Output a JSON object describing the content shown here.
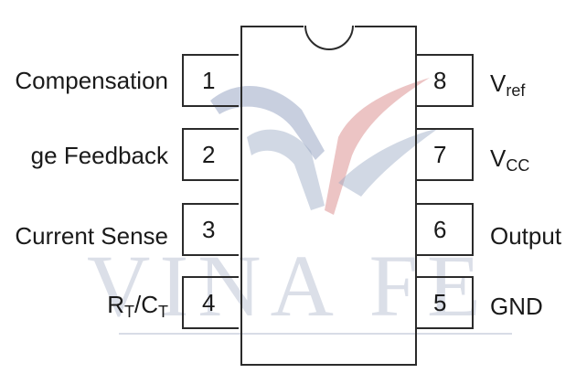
{
  "diagram": {
    "pins_left": [
      {
        "number": "1",
        "label": "Compensation"
      },
      {
        "number": "2",
        "label": "ge Feedback"
      },
      {
        "number": "3",
        "label": "Current Sense"
      },
      {
        "number": "4",
        "label_main": "R",
        "label_sub1": "T",
        "label_sep": "/C",
        "label_sub2": "T"
      }
    ],
    "pins_right": [
      {
        "number": "8",
        "label_main": "V",
        "label_sub": "ref"
      },
      {
        "number": "7",
        "label_main": "V",
        "label_sub": "CC"
      },
      {
        "number": "6",
        "label": "Output"
      },
      {
        "number": "5",
        "label": "GND"
      }
    ],
    "watermark": {
      "text": "VINA FE",
      "colors": {
        "blue": "#9aa8c4",
        "red": "#d98a8a",
        "gray": "#bfc6d6"
      }
    },
    "colors": {
      "outline": "#2b2b2b",
      "text": "#1a1a1a",
      "background": "#ffffff"
    }
  }
}
